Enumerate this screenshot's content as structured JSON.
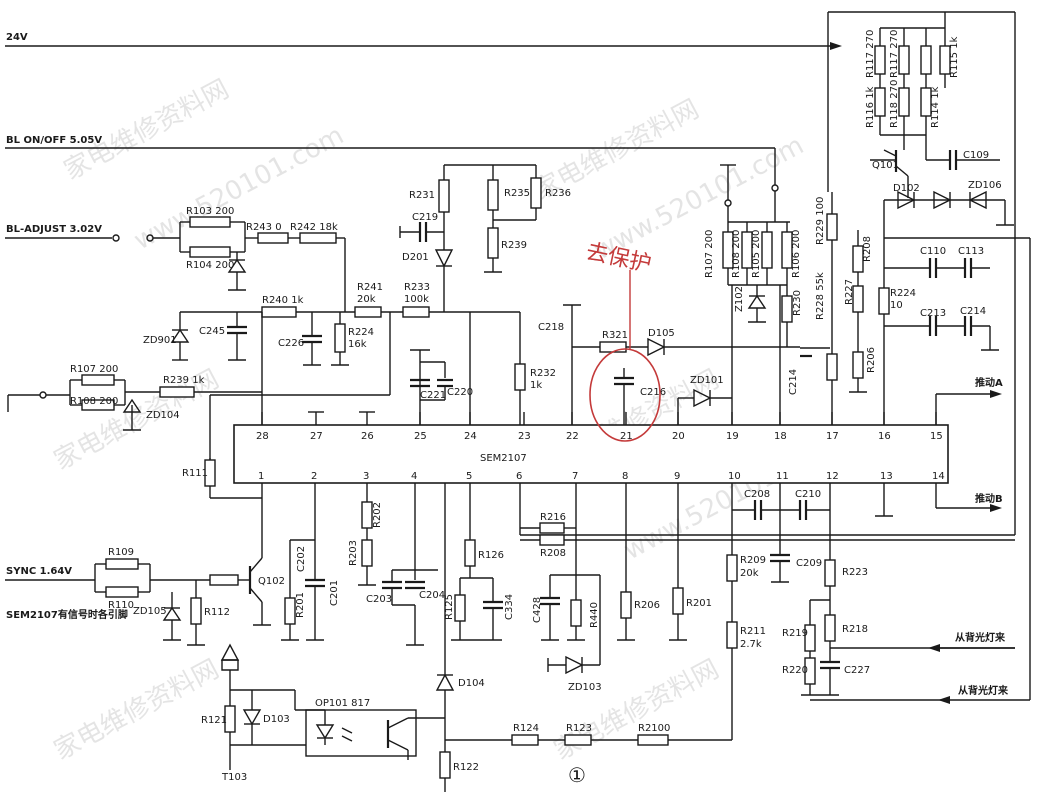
{
  "rails": {
    "v24": "24V",
    "bl_onoff": "BL ON/OFF 5.05V",
    "bl_adjust": "BL-ADJUST 3.02V",
    "sync": "SYNC 1.64V",
    "sync_note": "SEM2107有信号时各引脚"
  },
  "chip": {
    "name": "SEM2107",
    "top_pins": [
      "28",
      "27",
      "26",
      "25",
      "24",
      "23",
      "22",
      "21",
      "20",
      "19",
      "18",
      "17",
      "16",
      "15"
    ],
    "bottom_pins": [
      "1",
      "2",
      "3",
      "4",
      "5",
      "6",
      "7",
      "8",
      "9",
      "10",
      "11",
      "12",
      "13",
      "14"
    ]
  },
  "outputs": {
    "drive_a": "推动A",
    "drive_b": "推动B",
    "from_backlight_1": "从背光灯来",
    "from_backlight_2": "从背光灯来"
  },
  "annotation": {
    "handwritten": "去保护",
    "color": "#c43a3a"
  },
  "page_number": "①",
  "watermark": {
    "cn": "家电维修资料网",
    "url": "www.520101.com"
  },
  "components": {
    "R103": "R103 200",
    "R104": "R104 200",
    "R243": "R243 0",
    "R242": "R242 18k",
    "R241": "R241",
    "R241v": "20k",
    "R240": "R240 1k",
    "R224a": "R224",
    "R224av": "16k",
    "R233": "R233",
    "R233v": "100k",
    "R231": "R231",
    "C219": "C219",
    "D201": "D201",
    "R235": "R235",
    "R236": "R236",
    "R239": "R239",
    "C245": "C245",
    "ZD901": "ZD901",
    "C226": "C226",
    "R107": "R107 200",
    "R108": "R108 200",
    "R239b": "R239 1k",
    "ZD104": "ZD104",
    "C221": "C221",
    "C220": "C220",
    "R232": "R232",
    "R232v": "1k",
    "C218": "C218",
    "R321": "R321",
    "D105": "D105",
    "C216": "C216",
    "ZD101": "ZD101",
    "R107b": "R107 200",
    "R108b": "R108 200",
    "R105": "R105 200",
    "R106": "R106 200",
    "Z102": "Z102",
    "R230": "R230",
    "C214": "C214",
    "R228": "R228 55k",
    "R229": "R229 100",
    "R208": "R208",
    "R227": "R227",
    "R206a": "R206",
    "R224b": "R224",
    "R224bv": "10",
    "C110": "C110",
    "C113": "C113",
    "C213": "C213",
    "C214b": "C214",
    "Q101": "Q101",
    "C109": "C109",
    "D102": "D102",
    "ZD106": "ZD106",
    "R116": "R116 1k",
    "R117a": "R117 270",
    "R118": "R118 270",
    "R117b": "R117 270",
    "R114": "R114 1k",
    "R115": "R115 1k",
    "R111": "R111",
    "R109": "R109",
    "R110": "R110",
    "Q102": "Q102",
    "ZD105": "ZD105",
    "R112": "R112",
    "R201a": "R201",
    "C202": "C202",
    "C201": "C201",
    "R202": "R202",
    "R203": "R203",
    "C203": "C203",
    "C204": "C204",
    "R126": "R126",
    "R125": "R125",
    "C334": "C334",
    "R216": "R216",
    "R208b": "R208",
    "C428": "C428",
    "R440": "R440",
    "ZD103": "ZD103",
    "R206b": "R206",
    "R201b": "R201",
    "C208": "C208",
    "C210": "C210",
    "R209": "R209",
    "R209v": "20k",
    "C209": "C209",
    "R211": "R211",
    "R211v": "2.7k",
    "R223": "R223",
    "R219": "R219",
    "R218": "R218",
    "R220": "R220",
    "C227": "C227",
    "R121": "R121",
    "D103": "D103",
    "T103": "T103",
    "OP101": "OP101 817",
    "D104": "D104",
    "R122": "R122",
    "R124": "R124",
    "R123": "R123",
    "R2100": "R2100"
  }
}
